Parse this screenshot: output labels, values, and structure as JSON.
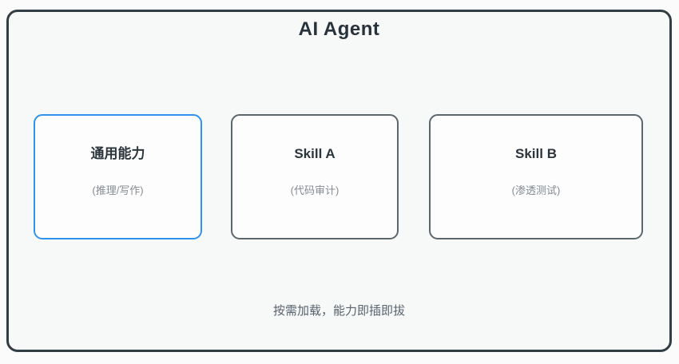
{
  "panel": {
    "title": "AI Agent",
    "caption": "按需加载，能力即插即拔"
  },
  "cards": [
    {
      "title": "通用能力",
      "subtitle": "(推理/写作)",
      "highlighted": true,
      "border_color": "#2e93ee"
    },
    {
      "title": "Skill A",
      "subtitle": "(代码审计)",
      "highlighted": false,
      "border_color": "#5c666d"
    },
    {
      "title": "Skill B",
      "subtitle": "(渗透测试)",
      "highlighted": false,
      "border_color": "#5c666d"
    }
  ],
  "colors": {
    "frame_border": "#333d44",
    "frame_background": "#f7f8f8",
    "card_background": "#fdfdfd",
    "accent_blue": "#2e93ee",
    "title_text": "#28323a",
    "subtitle_text": "#848b91",
    "caption_text": "#59636e"
  }
}
